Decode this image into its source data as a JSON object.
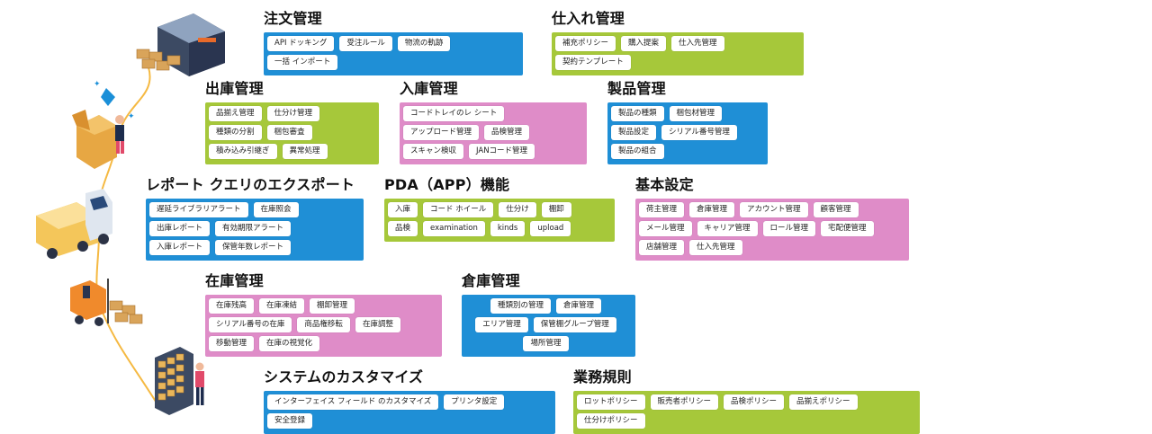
{
  "colors": {
    "blue": "#1f8fd6",
    "green": "#a6c83a",
    "pink": "#df8cc8"
  },
  "illustrations": [
    "warehouse-icon",
    "worker-with-box-icon",
    "delivery-truck-icon",
    "forklift-icon",
    "shelf-picking-icon"
  ],
  "sections": [
    {
      "id": "order",
      "title": "注文管理",
      "color": "blue",
      "items": [
        "API ドッキング",
        "受注ルール",
        "物流の軌跡",
        "一括 インポート"
      ]
    },
    {
      "id": "purchase",
      "title": "仕入れ管理",
      "color": "green",
      "items": [
        "補充ポリシー",
        "購入提案",
        "仕入先管理",
        "契約テンプレート"
      ]
    },
    {
      "id": "outbound",
      "title": "出庫管理",
      "color": "green",
      "items": [
        "品揃え管理",
        "仕分け管理",
        "種類の分割",
        "梱包審査",
        "積み込み引継ぎ",
        "異常処理"
      ]
    },
    {
      "id": "inbound",
      "title": "入庫管理",
      "color": "pink",
      "items": [
        "コードトレイのレ シート",
        "アップロード管理",
        "品検管理",
        "スキャン検収",
        "JANコード管理"
      ]
    },
    {
      "id": "product",
      "title": "製品管理",
      "color": "blue",
      "items": [
        "製品の種類",
        "梱包材管理",
        "製品設定",
        "シリアル番号管理",
        "製品の組合"
      ]
    },
    {
      "id": "report",
      "title": "レポート クエリのエクスポート",
      "color": "blue",
      "items": [
        "遅延ライブラリアラート",
        "在庫照会",
        "出庫レポート",
        "有効期限アラート",
        "入庫レポート",
        "保管年数レポート"
      ]
    },
    {
      "id": "pda",
      "title": "PDA（APP）機能",
      "color": "green",
      "items": [
        "入庫",
        "コード ホイール",
        "仕分け",
        "棚卸",
        "品検",
        "examination",
        "kinds",
        "upload"
      ]
    },
    {
      "id": "basic",
      "title": "基本設定",
      "color": "pink",
      "items": [
        "荷主管理",
        "倉庫管理",
        "アカウント管理",
        "顧客管理",
        "メール管理",
        "キャリア管理",
        "ロール管理",
        "宅配便管理",
        "店舗管理",
        "仕入先管理"
      ]
    },
    {
      "id": "stock",
      "title": "在庫管理",
      "color": "pink",
      "items": [
        "在庫残高",
        "在庫凍結",
        "棚卸管理",
        "シリアル番号の在庫",
        "商品権移転",
        "在庫調整",
        "移動管理",
        "在庫の視覚化"
      ]
    },
    {
      "id": "warehouse",
      "title": "倉庫管理",
      "color": "blue",
      "items": [
        "種類別の管理",
        "倉庫管理",
        "エリア管理",
        "保管棚グループ管理",
        "場所管理"
      ]
    },
    {
      "id": "system",
      "title": "システムのカスタマイズ",
      "color": "blue",
      "items": [
        "インターフェイス フィールド のカスタマイズ",
        "プリンタ設定",
        "安全登録"
      ]
    },
    {
      "id": "rules",
      "title": "業務規則",
      "color": "green",
      "items": [
        "ロットポリシー",
        "販売者ポリシー",
        "品検ポリシー",
        "品揃えポリシー",
        "仕分けポリシー"
      ]
    }
  ]
}
